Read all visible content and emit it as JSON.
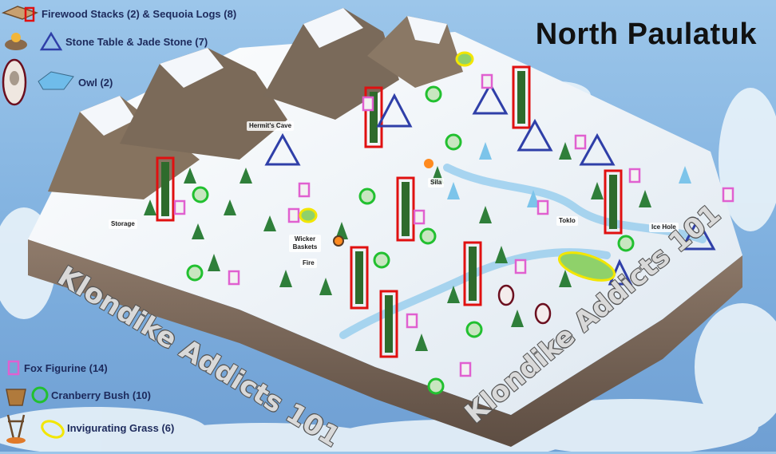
{
  "title": "North Paulatuk",
  "legend": {
    "firewood": "Firewood Stacks (2) & Sequoia Logs (8)",
    "stone": "Stone Table & Jade Stone (7)",
    "owl": "Owl (2)",
    "fox": "Fox Figurine (14)",
    "cranberry": "Cranberry Bush (10)",
    "grass": "Invigurating Grass (6)"
  },
  "places": {
    "hermits_cave": "Hermit's Cave",
    "sila": "Sila",
    "storage": "Storage",
    "wicker_baskets": "Wicker Baskets",
    "fire": "Fire",
    "toklo": "Toklo",
    "ice_hole": "Ice Hole"
  },
  "watermark": "Klondike Addicts 101",
  "colors": {
    "firewood_marker": "#e01010",
    "stone_marker": "#2f3fa8",
    "owl_marker": "#6b0f1f",
    "fox_marker": "#e060d0",
    "cranberry_marker": "#22c030",
    "grass_marker": "#f2e600",
    "snow": "#eef3f8",
    "rock": "#7d6a5c",
    "sky": "#8ab8e4"
  }
}
